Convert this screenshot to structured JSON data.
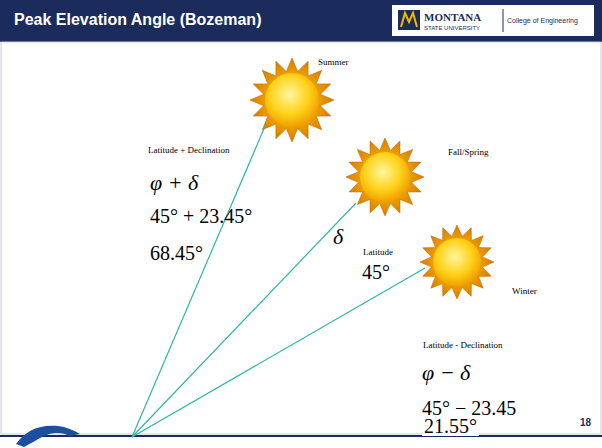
{
  "diagram": {
    "title": "Peak Elevation Angle (Bozeman)",
    "labels": [
      "MONTANA",
      "STATE UNIVERSITY",
      "College of Engineering",
      "Latitude + Declination",
      "φ + δ",
      "45° + 23.45°",
      "68.45°",
      "Summer",
      "Fall/Spring",
      "δ",
      "Latitude",
      "45°",
      "Winter",
      "Latitude - Declination",
      "φ − δ",
      "45° − 23.45",
      "21.55°",
      "18"
    ]
  }
}
